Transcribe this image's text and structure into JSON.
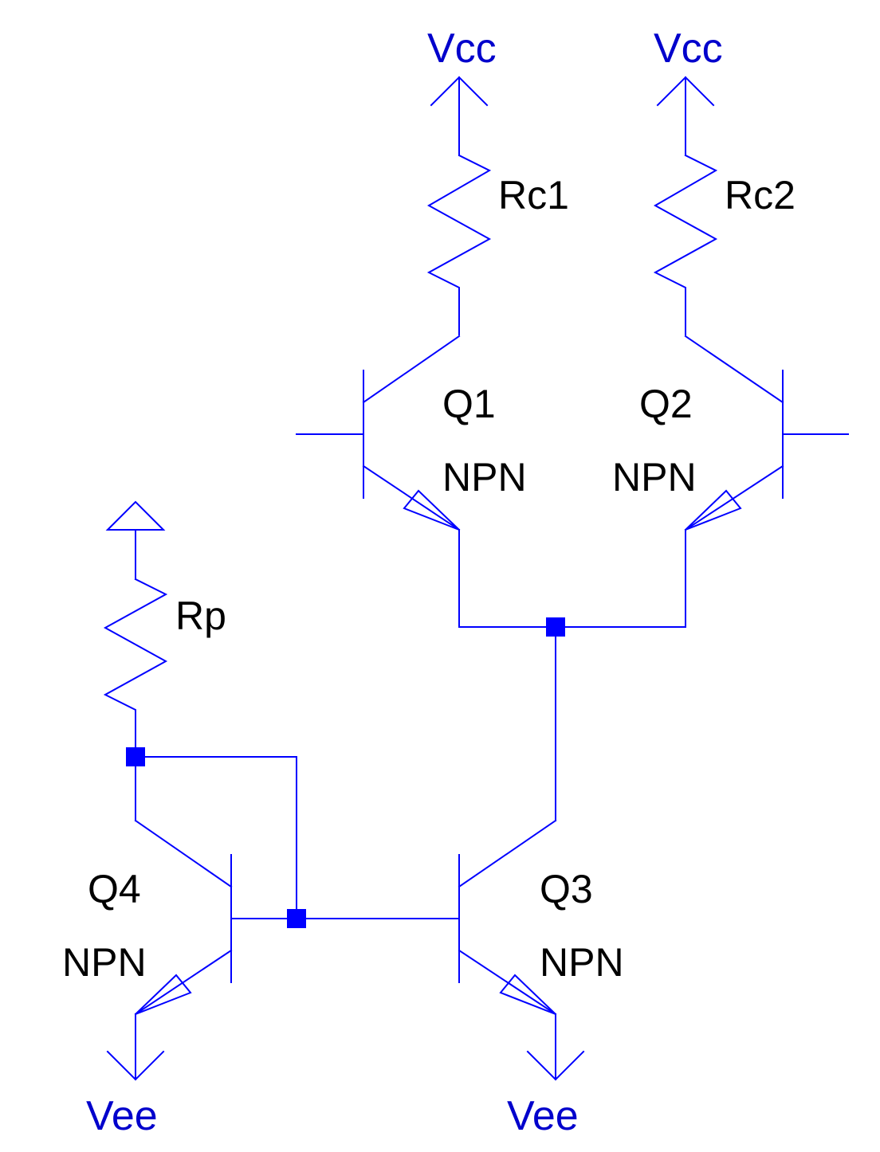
{
  "colors": {
    "wire": "#0000ff",
    "net_label": "#0000cc",
    "part_label": "#000000",
    "background": "#ffffff"
  },
  "supplies": {
    "vcc_left": "Vcc",
    "vcc_right": "Vcc",
    "vee_left": "Vee",
    "vee_right": "Vee"
  },
  "resistors": {
    "rc1": "Rc1",
    "rc2": "Rc2",
    "rp": "Rp"
  },
  "transistors": {
    "q1": {
      "name": "Q1",
      "type": "NPN"
    },
    "q2": {
      "name": "Q2",
      "type": "NPN"
    },
    "q3": {
      "name": "Q3",
      "type": "NPN"
    },
    "q4": {
      "name": "Q4",
      "type": "NPN"
    }
  }
}
